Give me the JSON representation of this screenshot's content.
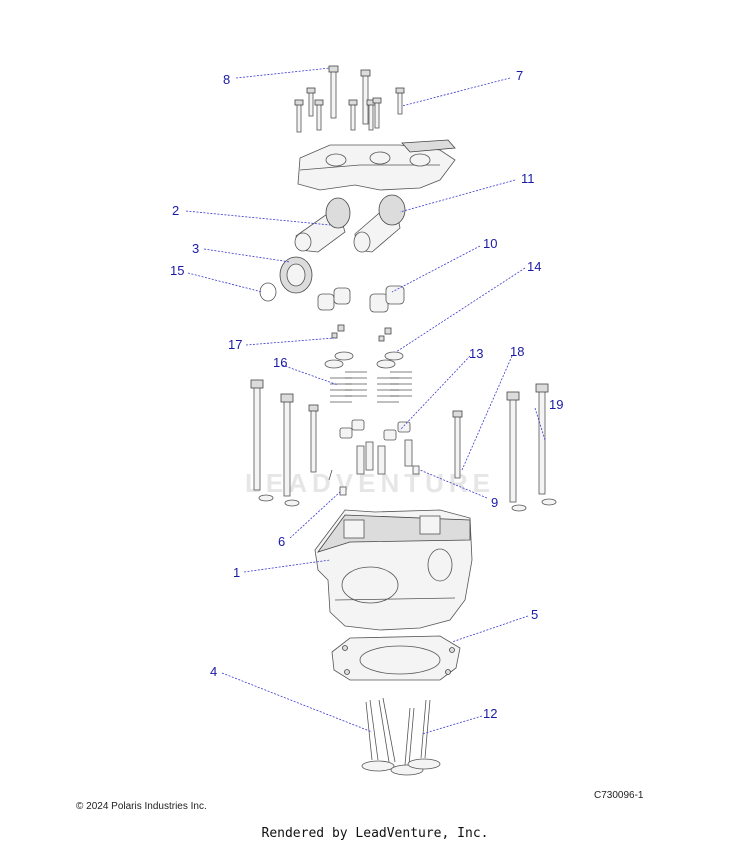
{
  "callouts": [
    {
      "id": "c1",
      "label": "1"
    },
    {
      "id": "c2",
      "label": "2"
    },
    {
      "id": "c3",
      "label": "3"
    },
    {
      "id": "c4",
      "label": "4"
    },
    {
      "id": "c5",
      "label": "5"
    },
    {
      "id": "c6",
      "label": "6"
    },
    {
      "id": "c7",
      "label": "7"
    },
    {
      "id": "c8",
      "label": "8"
    },
    {
      "id": "c9",
      "label": "9"
    },
    {
      "id": "c10",
      "label": "10"
    },
    {
      "id": "c11",
      "label": "11"
    },
    {
      "id": "c12",
      "label": "12"
    },
    {
      "id": "c13",
      "label": "13"
    },
    {
      "id": "c14",
      "label": "14"
    },
    {
      "id": "c15",
      "label": "15"
    },
    {
      "id": "c16",
      "label": "16"
    },
    {
      "id": "c17",
      "label": "17"
    },
    {
      "id": "c18",
      "label": "18"
    },
    {
      "id": "c19",
      "label": "19"
    }
  ],
  "watermark": "LEADVENTURE",
  "copyright": "© 2024 Polaris Industries Inc.",
  "diagram_code": "C730096-1",
  "rendered_by": "Rendered by LeadVenture, Inc.",
  "colors": {
    "callout": "#1a1aa6",
    "leader": "#3a3ad0",
    "part_fill": "#f4f4f4",
    "part_stroke": "#555555"
  }
}
